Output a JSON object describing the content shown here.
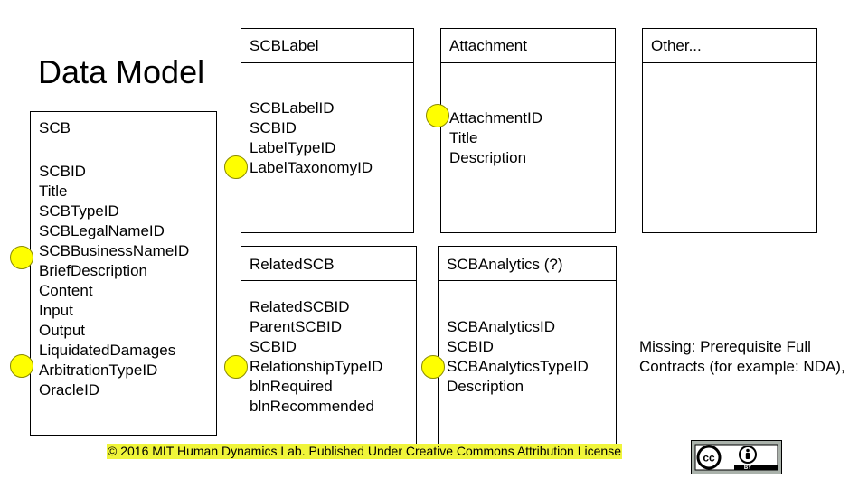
{
  "slide": {
    "title": "Data Model",
    "note_lines": [
      "Missing: Prerequisite Full",
      "Contracts (for example: NDA),"
    ],
    "license": "© 2016 MIT Human Dynamics Lab. Published Under Creative Commons Attribution License",
    "license_badge": {
      "cc": "cc",
      "by": "BY"
    },
    "colors": {
      "highlight": "#ffff00",
      "license_bg": "#f0f53a",
      "badge_bg": "#aab2ab"
    }
  },
  "entities": {
    "scb": {
      "name": "SCB",
      "fields": [
        "SCBID",
        "Title",
        "SCBTypeID",
        "SCBLegalNameID",
        "SCBBusinessNameID",
        "BriefDescription",
        "Content",
        "Input",
        "Output",
        "LiquidatedDamages",
        "ArbitrationTypeID",
        "OracleID"
      ]
    },
    "scblabel": {
      "name": "SCBLabel",
      "fields": [
        "SCBLabelID",
        "SCBID",
        "LabelTypeID",
        "LabelTaxonomyID"
      ]
    },
    "attachment": {
      "name": "Attachment",
      "fields": [
        "AttachmentID",
        "Title",
        "Description"
      ]
    },
    "other": {
      "name": "Other...",
      "fields": []
    },
    "relatedscb": {
      "name": "RelatedSCB",
      "fields": [
        "RelatedSCBID",
        "ParentSCBID",
        "SCBID",
        "RelationshipTypeID",
        "blnRequired",
        "blnRecommended"
      ]
    },
    "scbanalytics": {
      "name": "SCBAnalytics (?)",
      "fields": [
        "SCBAnalyticsID",
        "SCBID",
        "SCBAnalyticsTypeID",
        "Description"
      ]
    }
  }
}
